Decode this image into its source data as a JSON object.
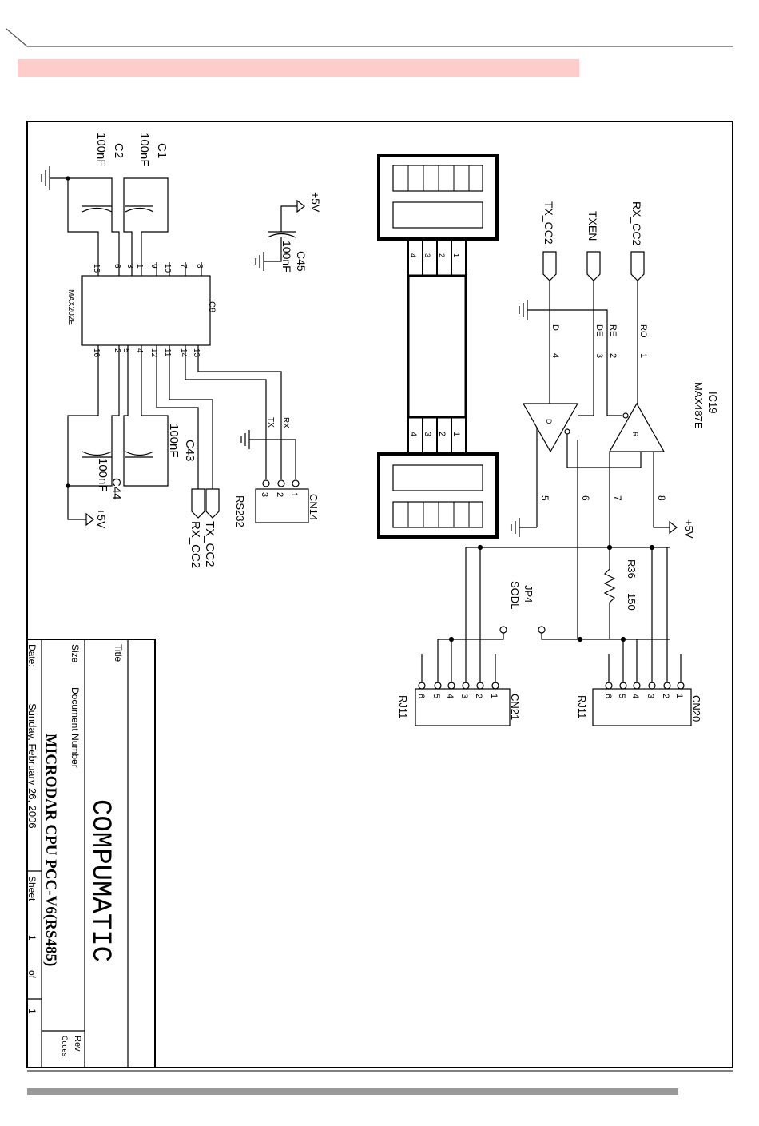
{
  "header": {
    "band_color": "#ffcccc",
    "bottom_rule_color": "#999999"
  },
  "components": {
    "c1": {
      "ref": "C1",
      "value": "100nF"
    },
    "c2": {
      "ref": "C2",
      "value": "100nF"
    },
    "c43": {
      "ref": "C43",
      "value": "100nF"
    },
    "c44": {
      "ref": "C44",
      "value": "100nF"
    },
    "c45": {
      "ref": "C45",
      "value": "100nF"
    },
    "ic8": {
      "ref": "IC8",
      "part": "MAX202E"
    },
    "ic19": {
      "ref": "IC19",
      "part": "MAX487E"
    },
    "r36": {
      "ref": "R36",
      "value": "150"
    },
    "jp4": {
      "ref": "JP4",
      "value": "SODL"
    },
    "cn14": {
      "ref": "CN14",
      "type": "RS232"
    },
    "cn20": {
      "ref": "CN20",
      "type": "RJ11"
    },
    "cn21": {
      "ref": "CN21",
      "type": "RJ11"
    }
  },
  "supply": {
    "vcc": "+5V"
  },
  "ic8_pins": {
    "top": [
      "15",
      "6",
      "3",
      "1",
      "9",
      "10",
      "7",
      "8"
    ],
    "bottom": [
      "16",
      "2",
      "5",
      "4",
      "12",
      "11",
      "14",
      "13"
    ]
  },
  "ic19_pins": {
    "left": {
      "ro": "RO",
      "re": "RE",
      "de": "DE",
      "di": "DI",
      "n1": "1",
      "n2": "2",
      "n3": "3",
      "n4": "4"
    },
    "right": [
      "5",
      "6",
      "7",
      "8"
    ],
    "driver": "D",
    "receiver": "R"
  },
  "nets": {
    "tx_cc2": "TX_CC2",
    "rx_cc2": "RX_CC2",
    "txen": "TXEN",
    "tx": "TX",
    "rx": "RX"
  },
  "cn14_pins": [
    "1",
    "2",
    "3"
  ],
  "rj11_pins": [
    "1",
    "2",
    "3",
    "4",
    "5",
    "6"
  ],
  "connector_pins": [
    "1",
    "2",
    "3",
    "4"
  ],
  "title_block": {
    "title_label": "Title",
    "company": "COMPUMATIC",
    "size_label": "Size",
    "docnum_label": "Document Number",
    "docnum": "MICRODAR CPU PCC-V6(RS485)",
    "rev_label": "Rev",
    "rev_value": "Codes",
    "date_label": "Date:",
    "date": "Sunday, February 26, 2006",
    "sheet_label": "Sheet",
    "sheet": "1",
    "of_label": "of",
    "of": "1"
  }
}
